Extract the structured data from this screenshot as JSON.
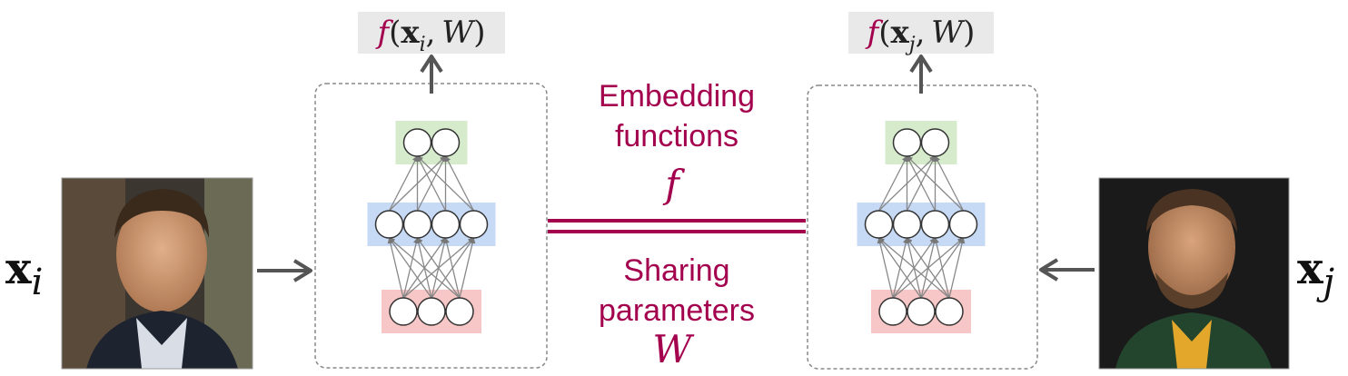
{
  "output_left": {
    "fn": "f",
    "arg_x": "x",
    "arg_sub": "i",
    "arg_w": "W"
  },
  "output_right": {
    "fn": "f",
    "arg_x": "x",
    "arg_sub": "j",
    "arg_w": "W"
  },
  "caption_top": {
    "line1": "Embedding",
    "line2": "functions",
    "symbol": "f"
  },
  "caption_bottom": {
    "line1": "Sharing",
    "line2": "parameters",
    "symbol": "W"
  },
  "input_left": {
    "x": "x",
    "sub": "i"
  },
  "input_right": {
    "x": "x",
    "sub": "j"
  },
  "colors": {
    "accent": "#a3004e",
    "layer_output": "#d5ebcc",
    "layer_hidden": "#c6d9f5",
    "layer_input": "#f7c6c6",
    "arrow": "#555555"
  }
}
